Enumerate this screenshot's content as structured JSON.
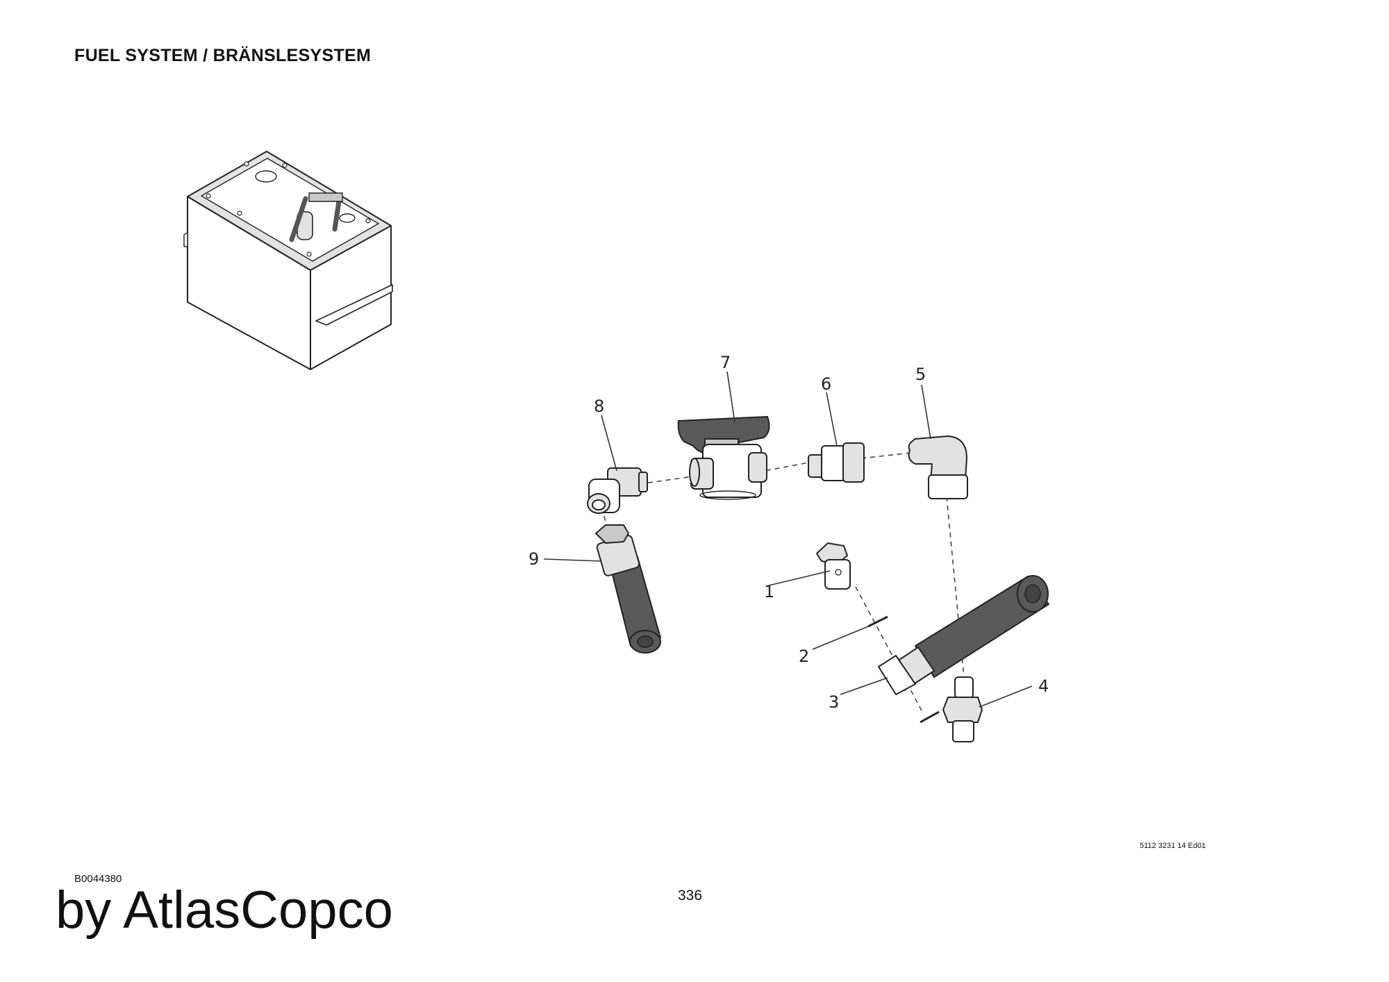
{
  "header": {
    "title": "FUEL SYSTEM / BRÄNSLESYSTEM"
  },
  "diagram": {
    "callouts": [
      {
        "number": "1"
      },
      {
        "number": "2"
      },
      {
        "number": "3"
      },
      {
        "number": "4"
      },
      {
        "number": "5"
      },
      {
        "number": "6"
      },
      {
        "number": "7"
      },
      {
        "number": "8"
      },
      {
        "number": "9"
      }
    ]
  },
  "footer": {
    "drawing_id": "B0044380",
    "brand": "by AtlasCopco",
    "page_number": "336",
    "doc_code": "5112 3231 14 Ed01"
  }
}
